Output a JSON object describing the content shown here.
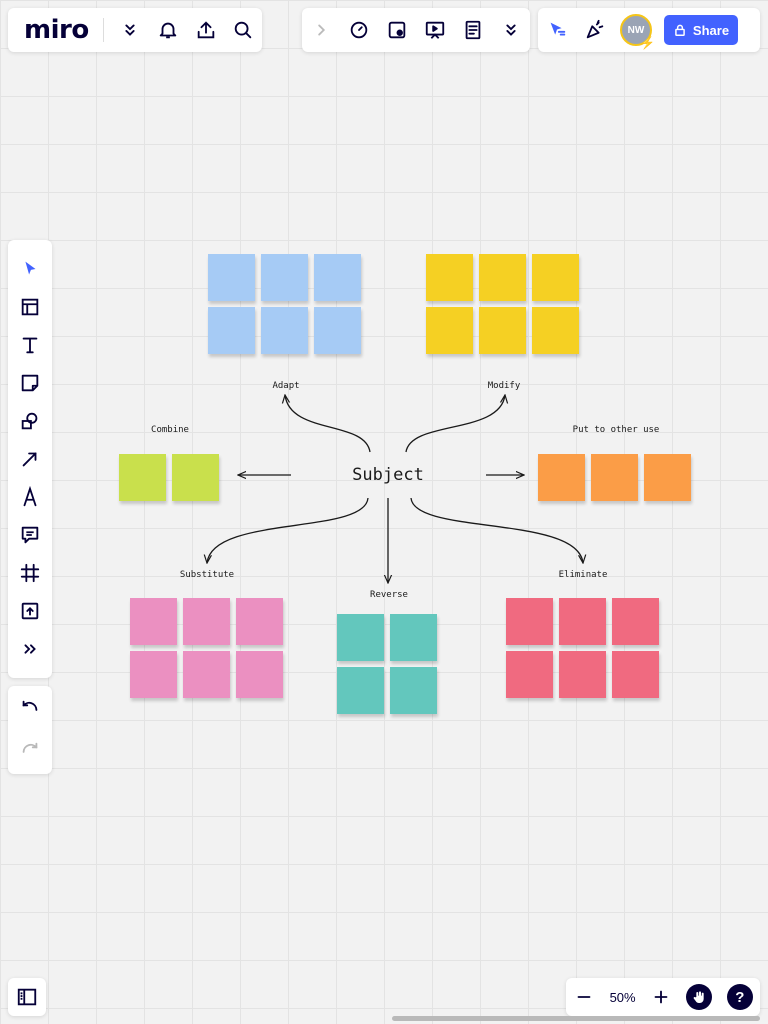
{
  "app": {
    "logo": "miro"
  },
  "top_toolbar": {
    "left_icons": [
      "chevron-double-down-icon",
      "bell-icon",
      "upload-icon",
      "search-icon"
    ],
    "center_icons": [
      "chevron-right-icon",
      "timer-icon",
      "sticky-vote-icon",
      "present-icon",
      "notes-icon",
      "chevron-double-down-icon"
    ],
    "avatar_initials": "NW",
    "share_label": "Share"
  },
  "left_toolbar": {
    "tools": [
      "select-icon",
      "templates-icon",
      "text-icon",
      "sticky-note-icon",
      "shapes-icon",
      "arrow-line-icon",
      "pen-icon",
      "comment-icon",
      "frame-icon",
      "upload-board-icon",
      "more-tools-icon"
    ],
    "undo": "undo-icon",
    "redo": "redo-icon"
  },
  "bottom_bar": {
    "zoom_out": "−",
    "zoom_level": "50%",
    "zoom_in": "+",
    "help": "?"
  },
  "board": {
    "subject": "Subject",
    "groups": [
      {
        "key": "adapt",
        "label": "Adapt",
        "color": "#a6cbf5"
      },
      {
        "key": "modify",
        "label": "Modify",
        "color": "#f5d023"
      },
      {
        "key": "combine",
        "label": "Combine",
        "color": "#c9e04c"
      },
      {
        "key": "put_to_other_use",
        "label": "Put to other use",
        "color": "#fb9d47"
      },
      {
        "key": "substitute",
        "label": "Substitute",
        "color": "#eb90c1"
      },
      {
        "key": "reverse",
        "label": "Reverse",
        "color": "#63c7bd"
      },
      {
        "key": "eliminate",
        "label": "Eliminate",
        "color": "#f06a80"
      }
    ]
  },
  "colors": {
    "accent": "#4262ff",
    "text_dark": "#050038"
  }
}
